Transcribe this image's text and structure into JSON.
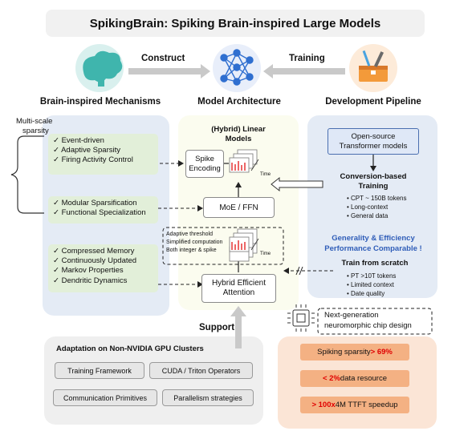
{
  "title": "SpikingBrain: Spiking Brain-inspired Large Models",
  "top": {
    "construct_label": "Construct",
    "training_label": "Training",
    "left_caption": "Brain-inspired Mechanisms",
    "center_caption": "Model Architecture",
    "right_caption": "Development Pipeline"
  },
  "left_panel": {
    "multiscale": [
      "Multi-scale",
      "sparsity"
    ],
    "group1": [
      "✓ Event-driven",
      "✓ Adaptive Sparsity",
      "✓ Firing Activity Control"
    ],
    "group2": [
      "✓ Modular Sparsification",
      "✓ Functional Specialization"
    ],
    "group3": [
      "✓ Compressed Memory",
      "✓ Continuously Updated",
      "✓ Markov Properties",
      "✓ Dendritic Dynamics"
    ]
  },
  "center_panel": {
    "title": [
      "(Hybrid) Linear",
      "Models"
    ],
    "spike_encoding": [
      "Spike",
      "Encoding"
    ],
    "moe": "MoE / FFN",
    "attention": [
      "Hybrid Efficient",
      "Attention"
    ],
    "time_label": "Time",
    "notes": [
      "Adaptive threshold",
      "Simplified computation",
      "Both integer & spike"
    ]
  },
  "right_panel": {
    "open_source": [
      "Open-source",
      "Transformer models"
    ],
    "conversion_title": [
      "Conversion-based",
      "Training"
    ],
    "conversion_items": [
      "• CPT ~ 150B tokens",
      "• Long-context",
      "• General data"
    ],
    "generality": [
      "Generality & Efficiency",
      "Performance Comparable !"
    ],
    "scratch_title": "Train from scratch",
    "scratch_items": [
      "• PT >10T tokens",
      "• Limited context",
      "• Date quality"
    ]
  },
  "chip": {
    "text": [
      "Next-generation",
      "neuromorphic chip design"
    ]
  },
  "support": {
    "label": "Support",
    "title": "Adaptation on Non-NVIDIA GPU Clusters",
    "items": [
      "Training Framework",
      "CUDA / Triton Operators",
      "Communication Primitives",
      "Parallelism strategies"
    ]
  },
  "results": [
    {
      "prefix": "",
      "text": "Spiking sparsity ",
      "highlight": "> 69%",
      "suffix": ""
    },
    {
      "prefix": "< 2%",
      "text": " data resource",
      "highlight": "",
      "suffix": ""
    },
    {
      "prefix": "> 100x",
      "text": " 4M TTFT speedup",
      "highlight": "",
      "suffix": ""
    }
  ],
  "colors": {
    "blue_panel": "#e4ebf5",
    "green_box": "#e2efd9",
    "center_panel": "#fbfcef",
    "orange_panel": "#fbe5d6",
    "orange_item": "#f4b183",
    "accent_blue": "#2f5db8",
    "accent_red": "#e00000"
  }
}
